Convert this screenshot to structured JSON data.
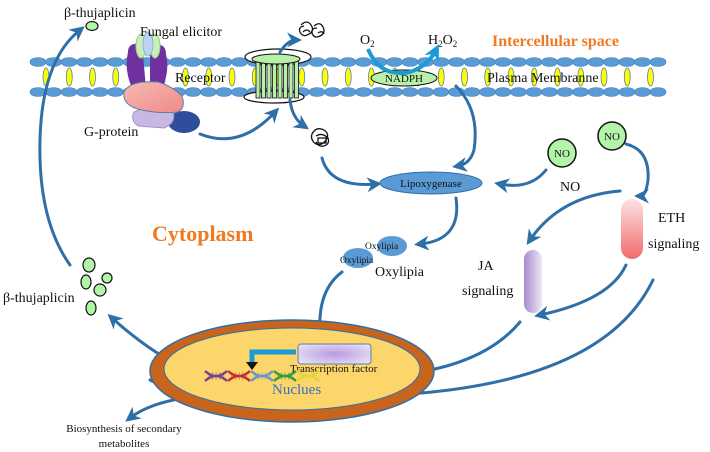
{
  "figure": {
    "type": "signaling-pathway-diagram",
    "colors": {
      "arrow": "#2f6fa8",
      "arrow_bright": "#1a9ad6",
      "membrane_head": "#5b9bd5",
      "membrane_tail": "#ffff00",
      "region_label": "#f07a22",
      "nucleus_fill": "#fdd66b",
      "nucleus_border": "#c8641c",
      "ellipse_enzyme": "#5b9bd5",
      "no_fill": "#b3f5a8",
      "receptor": "#7030a0",
      "gprotein_pink": "#f4a6a6",
      "gprotein_purple": "#c9b7e3",
      "gprotein_blue": "#2e4d9a",
      "channel": "#b8f0a8",
      "eth_bar": "#f07a7a",
      "ja_bar": "#b9a2d6",
      "tf_box": "#c7b6e6"
    }
  },
  "regions": {
    "intercellular": "Intercellular space",
    "cytoplasm": "Cytoplasm",
    "membrane": "Plasma Membranne"
  },
  "labels": {
    "thujaplicin_top": "β-thujaplicin",
    "fungal_elicitor": "Fungal elicitor",
    "receptor": "Receptor",
    "g_protein": "G-protein",
    "o2": "O",
    "o2_sub": "2",
    "h2o2_h": "H",
    "h2o2_sub1": "2",
    "h2o2_o": "O",
    "h2o2_sub2": "2",
    "nadph": "NADPH",
    "no_1": "NO",
    "no_2": "NO",
    "no_text": "NO",
    "lipoxygenase": "Lipoxygenase",
    "oxylipia_1": "Oxylipia",
    "oxylipia_2": "Oxylipia",
    "oxylipia_main": "Oxylipia",
    "eth_line1": "ETH",
    "eth_line2": "signaling",
    "ja_line1": "JA",
    "ja_line2": "signaling",
    "thujaplicin_left": "β-thujaplicin",
    "transcription_factor": "Transcription factor",
    "nucleus": "Nuclues",
    "biosynthesis_line1": "Biosynthesis of secondary",
    "biosynthesis_line2": "metabolites"
  }
}
